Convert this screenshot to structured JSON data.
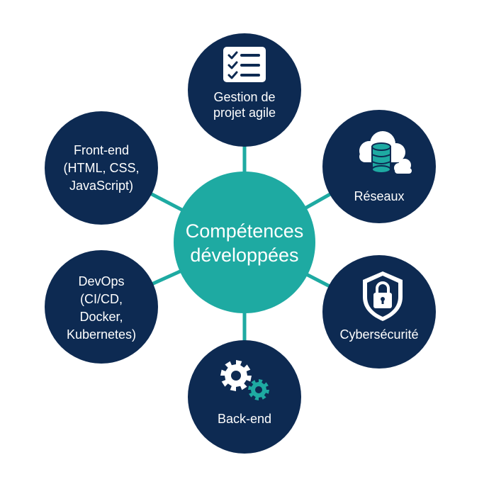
{
  "colors": {
    "navy": "#0d2a52",
    "teal": "#1eaaa2",
    "connector": "#1eaaa2",
    "background": "#ffffff",
    "text": "#ffffff"
  },
  "center": {
    "lines": [
      "Compétences",
      "développées"
    ]
  },
  "nodes": [
    {
      "id": "gestion-de-projet-agile",
      "icon": "checklist-icon",
      "lines": [
        "Gestion de",
        "projet agile"
      ]
    },
    {
      "id": "reseaux",
      "icon": "cloud-database-icon",
      "lines": [
        "Réseaux"
      ]
    },
    {
      "id": "cybersecurite",
      "icon": "shield-lock-icon",
      "lines": [
        "Cybersécurité"
      ]
    },
    {
      "id": "back-end",
      "icon": "gears-icon",
      "lines": [
        "Back-end"
      ]
    },
    {
      "id": "devops",
      "icon": "",
      "lines": [
        "DevOps",
        "(CI/CD,",
        "Docker,",
        "Kubernetes)"
      ]
    },
    {
      "id": "front-end",
      "icon": "",
      "lines": [
        "Front-end",
        "(HTML, CSS,",
        "JavaScript)"
      ]
    }
  ]
}
